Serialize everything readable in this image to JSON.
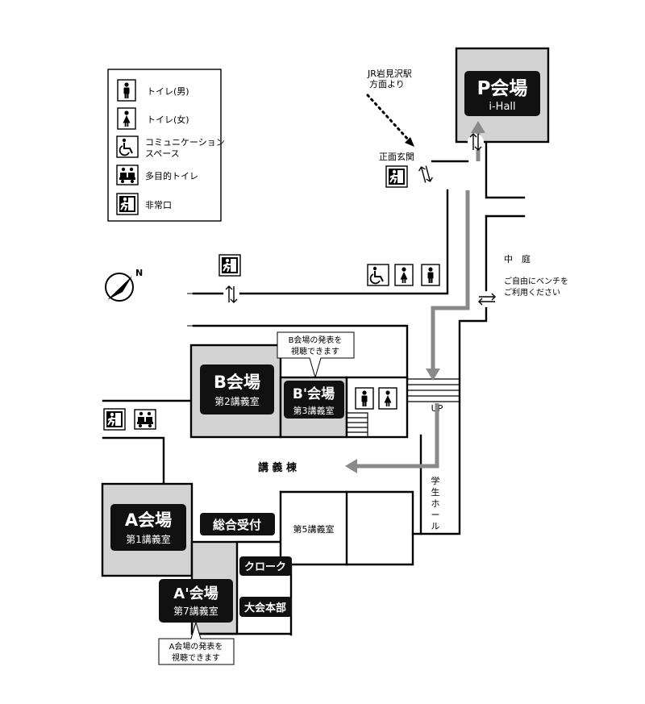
{
  "legend": {
    "items": [
      {
        "icon": "toilet-male-icon",
        "label": "トイレ(男)"
      },
      {
        "icon": "toilet-female-icon",
        "label": "トイレ(女)"
      },
      {
        "icon": "wheelchair-icon",
        "label_line1": "コミュニケーション",
        "label_line2": "スペース"
      },
      {
        "icon": "multipurpose-toilet-icon",
        "label": "多目的トイレ"
      },
      {
        "icon": "emergency-exit-icon",
        "label": "非常口"
      }
    ]
  },
  "venues": {
    "p": {
      "title": "P会場",
      "subtitle": "i-Hall"
    },
    "b": {
      "title": "B会場",
      "subtitle": "第2講義室"
    },
    "b_prime": {
      "title": "B'会場",
      "subtitle": "第3講義室"
    },
    "a": {
      "title": "A会場",
      "subtitle": "第1講義室"
    },
    "a_prime": {
      "title": "A'会場",
      "subtitle": "第7講義室"
    }
  },
  "labels": {
    "jr_line1": "JR岩見沢駅",
    "jr_line2": "方面より",
    "front_entrance": "正面玄関",
    "courtyard": "中　庭",
    "bench_line1": "ご自由にベンチを",
    "bench_line2": "ご利用ください",
    "lecture_building": "講 義 棟",
    "up": "UP",
    "student_hall": [
      "学",
      "生",
      "ホ",
      "ー",
      "ル"
    ],
    "room5": "第5講義室",
    "reception": "総合受付",
    "cloak": "クローク",
    "hq": "大会本部",
    "callout_b_line1": "B会場の発表を",
    "callout_b_line2": "視聴できます",
    "callout_a_line1": "A会場の発表を",
    "callout_a_line2": "視聴できます",
    "north": "N"
  },
  "colors": {
    "room_fill": "#d3d3d3",
    "black_label": "#111111",
    "route_arrow": "#8a8a8a",
    "wall": "#000000"
  }
}
